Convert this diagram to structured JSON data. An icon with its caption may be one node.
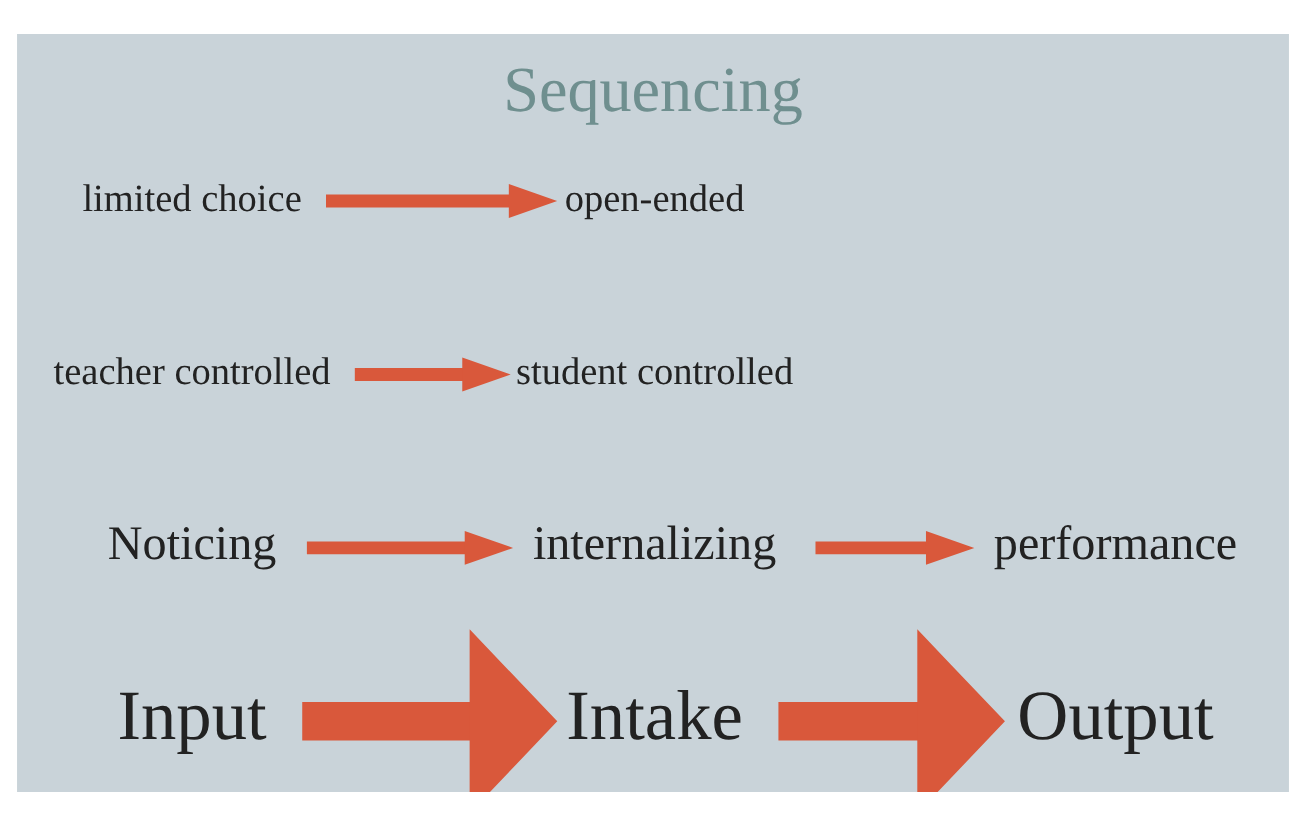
{
  "diagram": {
    "title": "Sequencing",
    "nodes": [
      {
        "text": [
          "Input"
        ]
      },
      {
        "text": [
          "Intake"
        ]
      },
      {
        "text": [
          "Output"
        ]
      },
      {
        "text": [
          "Noticing"
        ]
      },
      {
        "text": [
          "internalizing"
        ]
      },
      {
        "text": [
          "performance"
        ]
      },
      {
        "text": [
          "teacher controlled"
        ]
      },
      {
        "text": [
          "student controlled"
        ]
      },
      {
        "text": [
          "limited choice"
        ]
      },
      {
        "text": [
          "open-ended"
        ]
      }
    ],
    "edges": [
      {
        "from": 0,
        "to": 1,
        "arrow": "to",
        "style": "thick",
        "color": "#d9583b"
      },
      {
        "from": 1,
        "to": 2,
        "arrow": "to",
        "style": "thick",
        "color": "#d9583b"
      },
      {
        "from": 3,
        "to": 4,
        "arrow": "to",
        "color": "#d9583b"
      },
      {
        "from": 4,
        "to": 5,
        "arrow": "to",
        "color": "#d9583b"
      },
      {
        "from": 6,
        "to": 7,
        "arrow": "to",
        "color": "#d9583b"
      },
      {
        "from": 8,
        "to": 9,
        "arrow": "to",
        "color": "#d9583b"
      }
    ]
  }
}
